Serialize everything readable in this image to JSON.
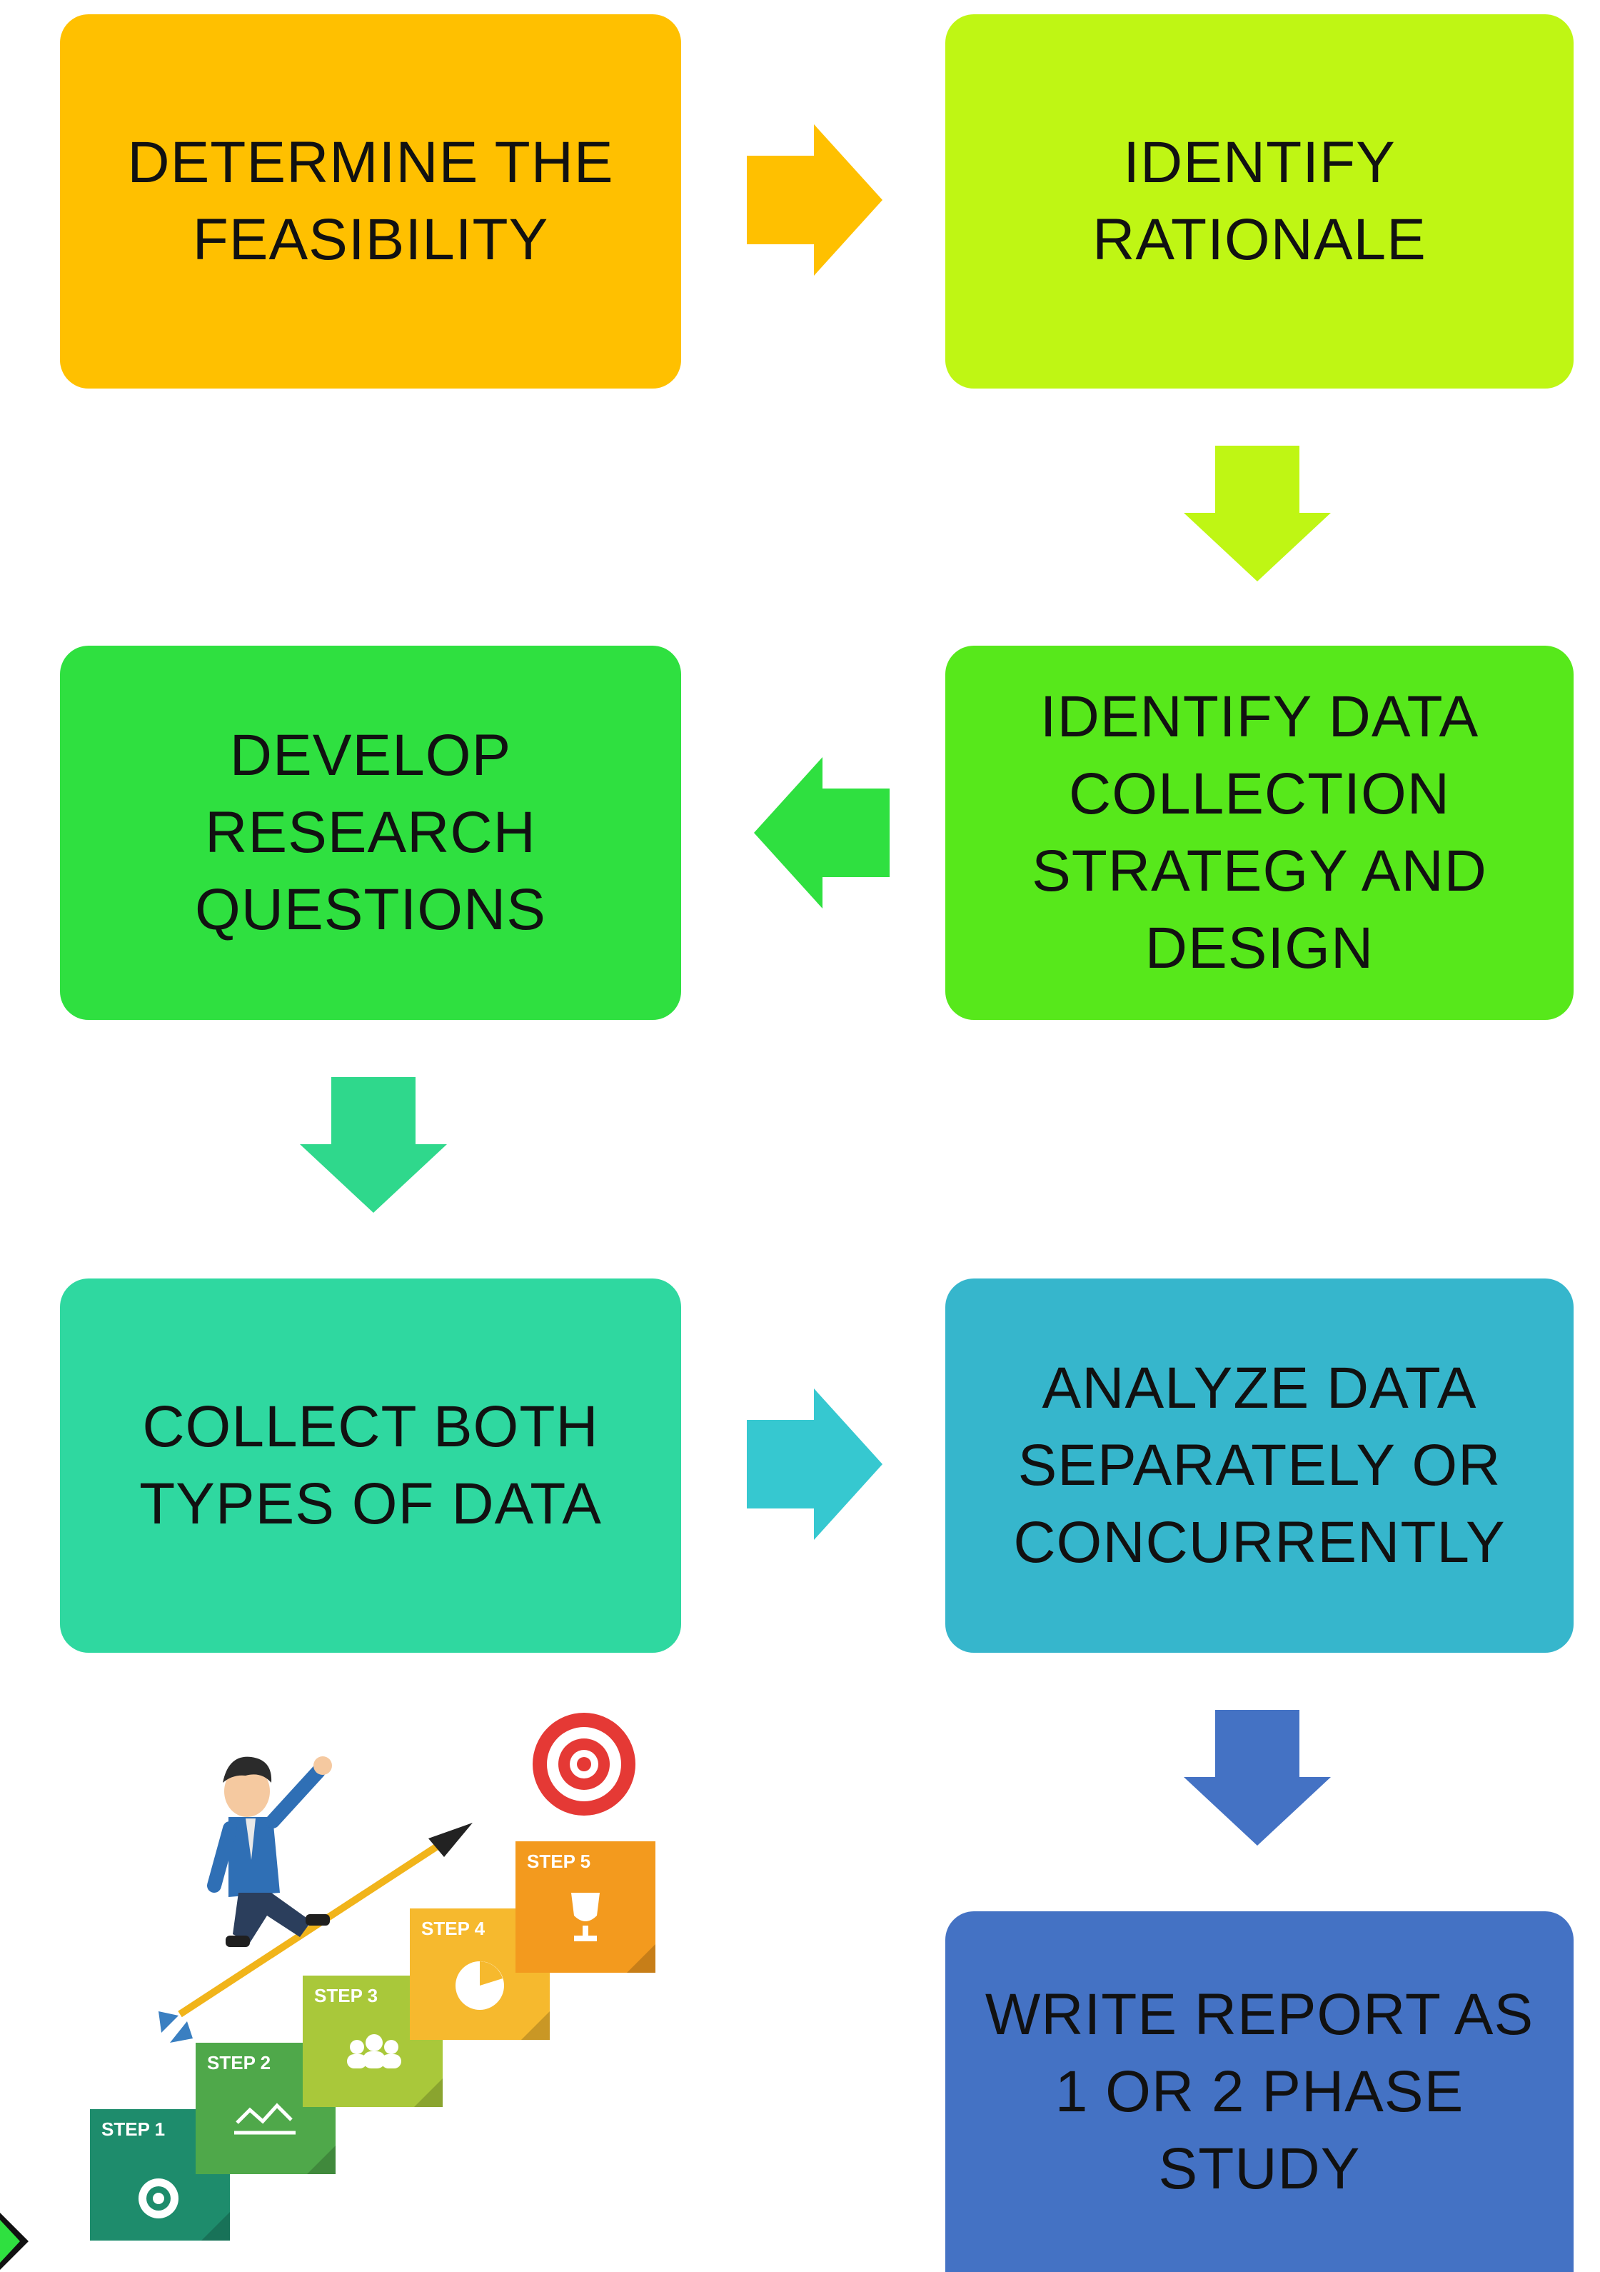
{
  "steps": [
    {
      "label": "DETERMINE THE\nFEASIBILITY",
      "color": "#FFC000"
    },
    {
      "label": "IDENTIFY\nRATIONALE",
      "color": "#BFF614"
    },
    {
      "label": "IDENTIFY DATA\nCOLLECTION\nSTRATEGY AND\nDESIGN",
      "color": "#57E81B"
    },
    {
      "label": "DEVELOP\nRESEARCH\nQUESTIONS",
      "color": "#2FE040"
    },
    {
      "label": "COLLECT  BOTH\nTYPES OF DATA",
      "color": "#2FD8A0"
    },
    {
      "label": "ANALYZE DATA\nSEPARATELY OR\nCONCURRENTLY",
      "color": "#36B6CC"
    },
    {
      "label": "WRITE REPORT AS\n1 OR 2 PHASE\nSTUDY",
      "color": "#4472C4"
    }
  ],
  "arrows": [
    {
      "direction": "right",
      "color": "#FFC000"
    },
    {
      "direction": "down",
      "color": "#BFF614"
    },
    {
      "direction": "left",
      "color": "#2FE040"
    },
    {
      "direction": "down",
      "color": "#2FD88C"
    },
    {
      "direction": "right",
      "color": "#36C8D0"
    },
    {
      "direction": "down",
      "color": "#4472C4"
    }
  ],
  "illustration": {
    "stair_labels": [
      "STEP 1",
      "STEP 2",
      "STEP 3",
      "STEP 4",
      "STEP 5"
    ],
    "stair_colors": [
      "#1E8C6C",
      "#4FA84A",
      "#A9C83A",
      "#F6B92E",
      "#F39A1E"
    ],
    "target_color": "#E53935"
  }
}
